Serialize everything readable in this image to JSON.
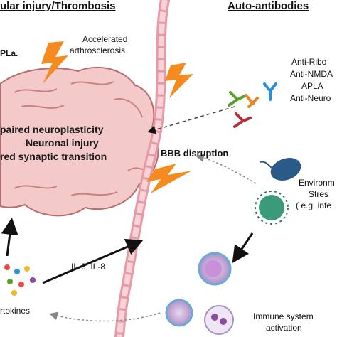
{
  "headers": {
    "left": "ular injury/Thrombosis",
    "right": "Auto-antibodies"
  },
  "labels": {
    "apla_left": "PLa.",
    "accelerated": "Accelerated",
    "arthrosclerosis": "arthrosclerosis",
    "bbb": "BBB disruption",
    "il": "IL-6, IL-8",
    "cytokines": "rtokines",
    "immune_line1": "Immune system",
    "immune_line2": "activation"
  },
  "brain_text": [
    "paired neuroplasticity",
    "Neuronal injury",
    "red synaptic transition"
  ],
  "antibodies": [
    "Anti-Ribo",
    "Anti-NMDA",
    "APLA",
    "Anti-Neuro"
  ],
  "environment": [
    "Environm",
    "Stres",
    "( e.g. infe"
  ],
  "colors": {
    "brain": "#f2c6c6",
    "brain_line": "#b86b6b",
    "vessel": "#f0b8c0",
    "lightning": "#f58a1f",
    "ab_blue": "#2a8fd4",
    "ab_green": "#5aa02c",
    "ab_orange": "#e8862a",
    "ab_red": "#b8323a",
    "virus": "#3a9a7a",
    "bacterium": "#2a5a88"
  }
}
